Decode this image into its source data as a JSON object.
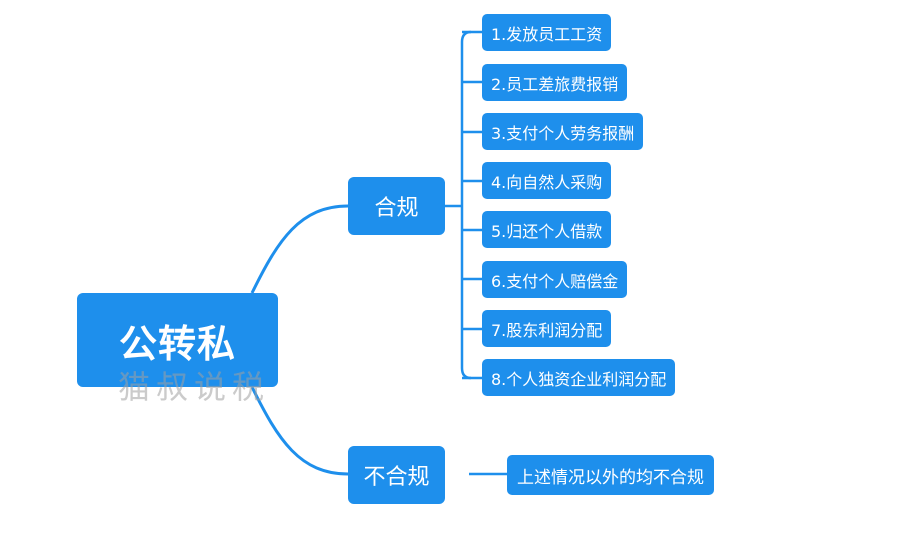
{
  "mindmap": {
    "root": {
      "label": "公转私"
    },
    "watermark": "猫叔说税",
    "branches": [
      {
        "label": "合规",
        "children": [
          "1.发放员工工资",
          "2.员工差旅费报销",
          "3.支付个人劳务报酬",
          "4.向自然人采购",
          "5.归还个人借款",
          "6.支付个人赔偿金",
          "7.股东利润分配",
          "8.个人独资企业利润分配"
        ]
      },
      {
        "label": "不合规",
        "children": [
          "上述情况以外的均不合规"
        ]
      }
    ],
    "colors": {
      "node_fill": "#1e8fec",
      "connector": "#1e8fec",
      "text": "#ffffff",
      "background": "#ffffff"
    }
  }
}
